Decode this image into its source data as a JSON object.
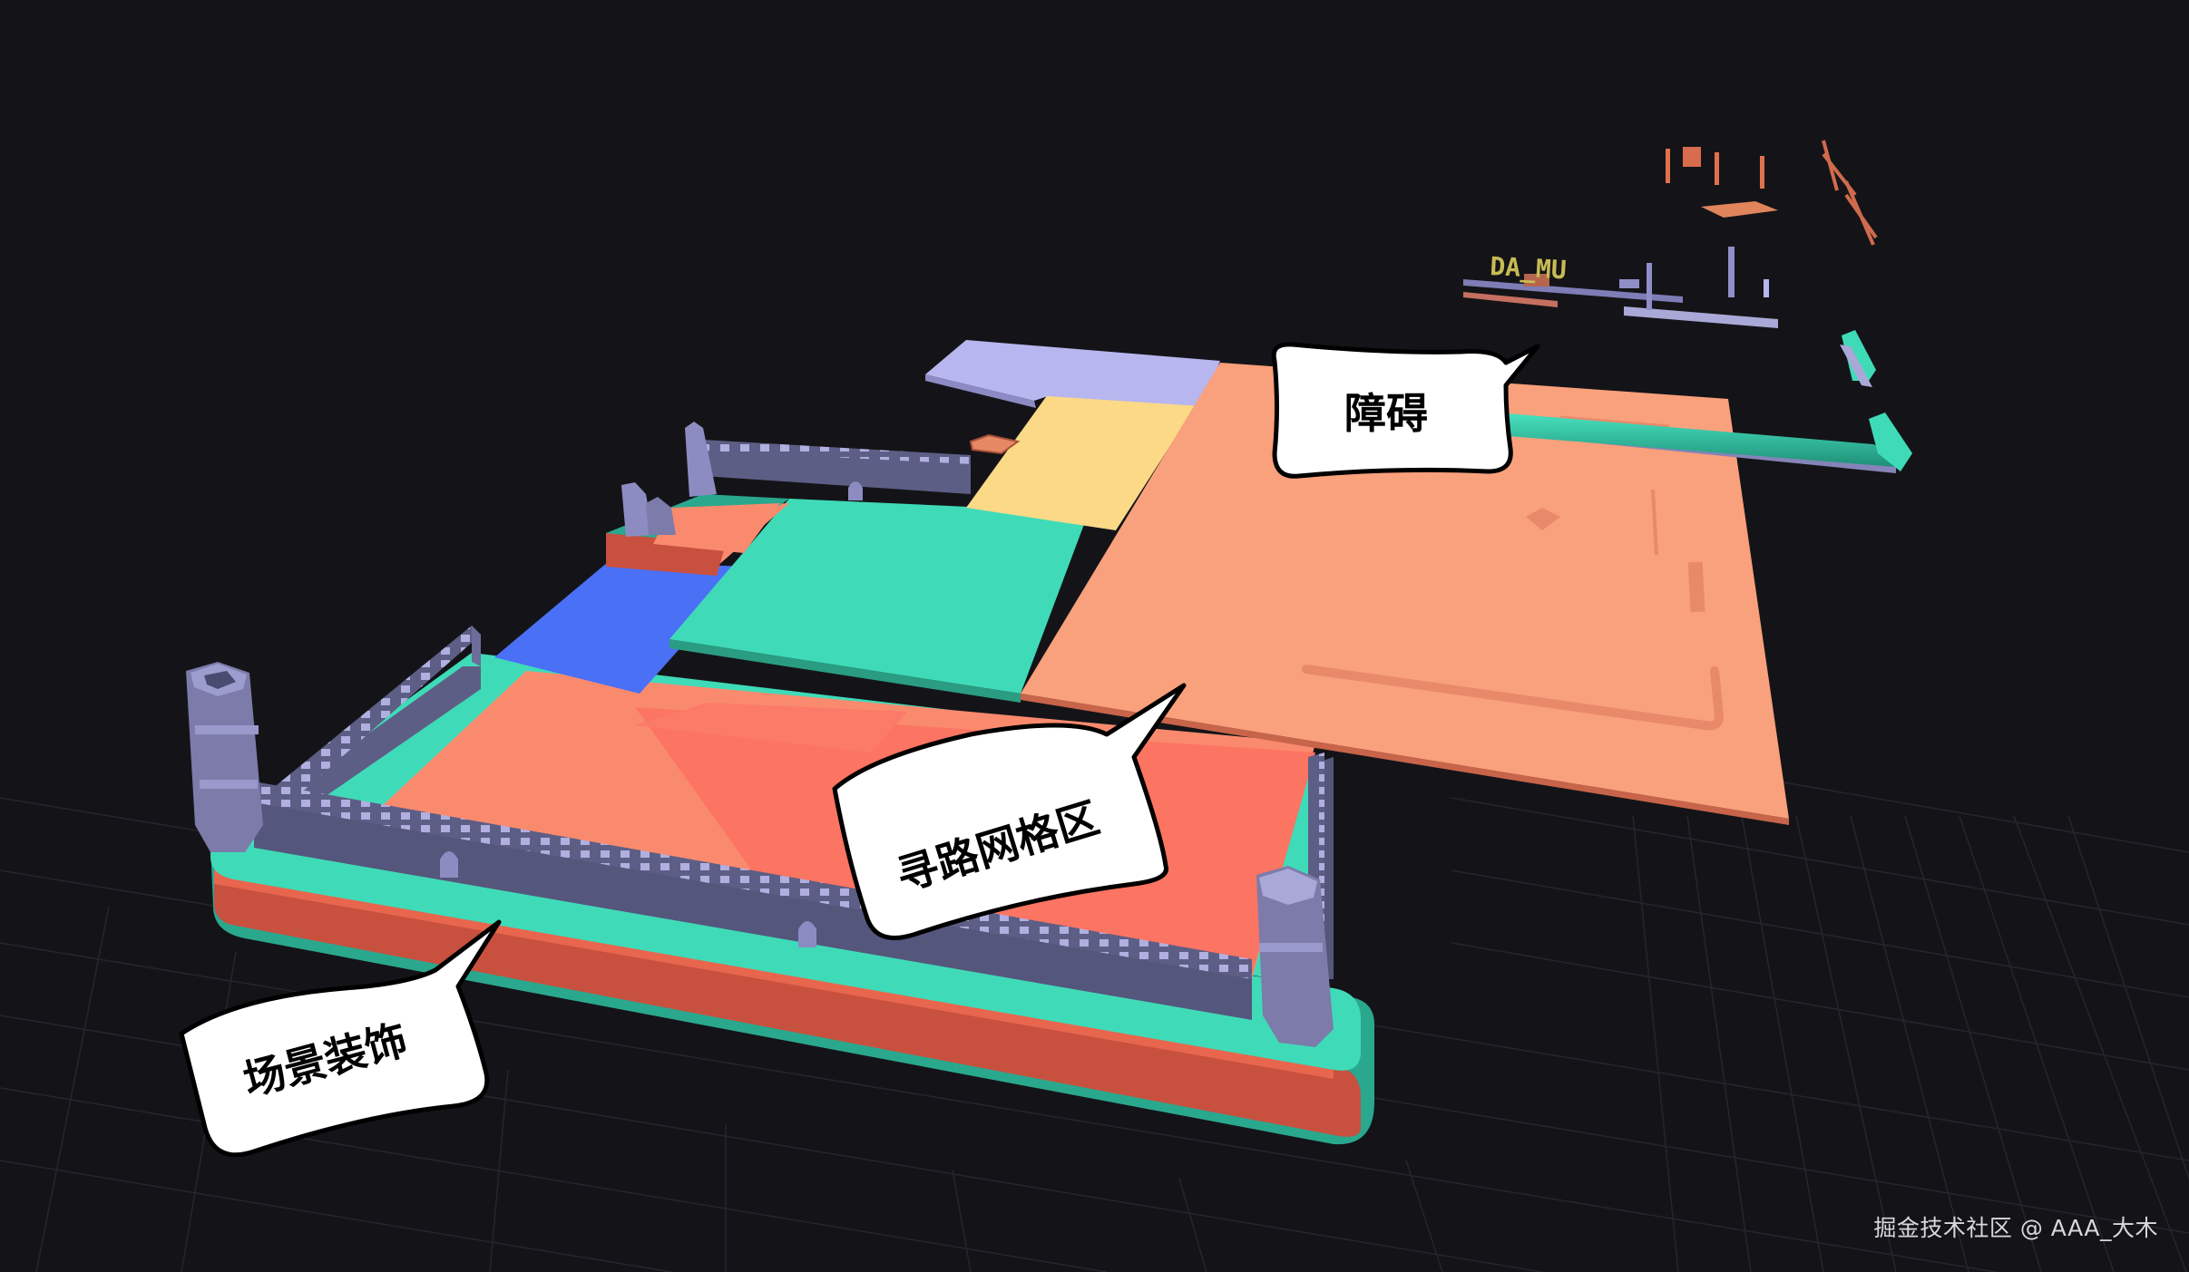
{
  "scene": {
    "background_color": "#141418",
    "grid_color": "#2a2a32",
    "colors": {
      "pathfinding_coral": "#fa8a6e",
      "pathfinding_red": "#fc7462",
      "obstacle_salmon": "#f9a07c",
      "teal": "#3fdbb8",
      "teal_dark": "#2aa88e",
      "blue": "#4a70f5",
      "yellow": "#fbd987",
      "lavender": "#b8b6ef",
      "wall_gray": "#5d5e85",
      "wall_light": "#a9a8d6",
      "base_red": "#c8503e",
      "prop_orange": "#e0714f",
      "sign_yellow": "#c9bb55"
    },
    "sign_text": "DA_MU"
  },
  "callouts": {
    "obstacle": {
      "label": "障碍"
    },
    "pathfinding_grid": {
      "label": "寻路网格区"
    },
    "scene_decoration": {
      "label": "场景装饰"
    }
  },
  "watermark": {
    "text": "掘金技术社区 @ AAA_大木"
  }
}
